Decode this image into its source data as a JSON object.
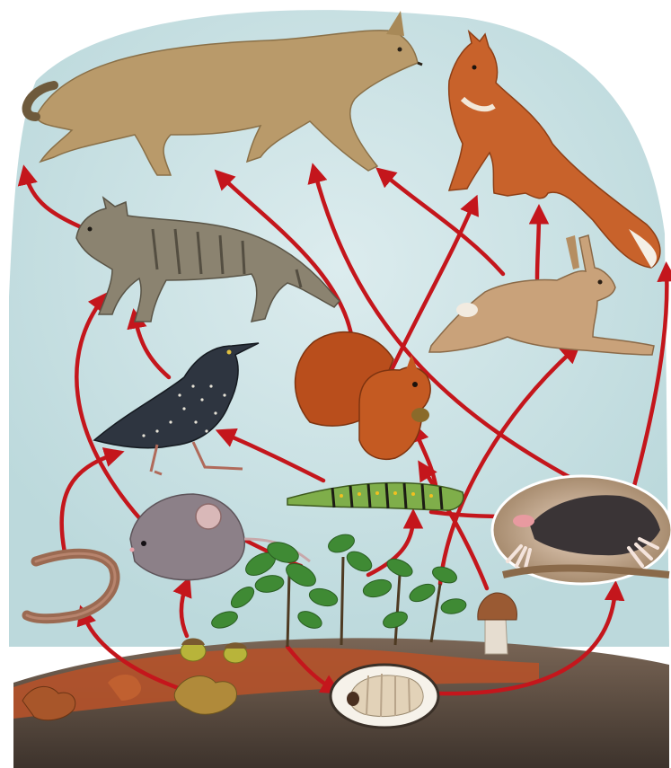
{
  "colors": {
    "sky": "#cfe4e6",
    "sky_edge": "#b9d8db",
    "arrow": "#c4161c",
    "soil": "#6b5a4e",
    "soil_dark": "#4a3d35",
    "leaf_litter": "#b5522a",
    "wolf": "#b99a6a",
    "fox": "#c8622b",
    "cat": "#8b8370",
    "hare": "#c9a27a",
    "squirrel": "#c45a22",
    "starling": "#2e3540",
    "mouse": "#8c8088",
    "mole": "#3a3436",
    "caterpillar": "#7fae4a",
    "worm": "#9b6a52",
    "plant": "#3f8a34",
    "mushroom_cap": "#9a5a33",
    "acorn": "#b8b43a",
    "grub": "#e2d2b8"
  },
  "organisms": [
    {
      "id": "wolf",
      "icon": "wolf-icon"
    },
    {
      "id": "fox",
      "icon": "fox-icon"
    },
    {
      "id": "wildcat",
      "icon": "cat-icon"
    },
    {
      "id": "hare",
      "icon": "hare-icon"
    },
    {
      "id": "squirrel",
      "icon": "squirrel-icon"
    },
    {
      "id": "starling",
      "icon": "bird-icon"
    },
    {
      "id": "mouse",
      "icon": "mouse-icon"
    },
    {
      "id": "mole",
      "icon": "mole-icon"
    },
    {
      "id": "caterpillar",
      "icon": "caterpillar-icon"
    },
    {
      "id": "earthworm",
      "icon": "worm-icon"
    },
    {
      "id": "plants",
      "icon": "plant-icon"
    },
    {
      "id": "mushroom",
      "icon": "mushroom-icon"
    },
    {
      "id": "acorns",
      "icon": "acorn-icon"
    },
    {
      "id": "grub",
      "icon": "grub-icon"
    },
    {
      "id": "leaf-litter",
      "icon": "leaf-icon"
    }
  ],
  "links": [
    [
      "wildcat",
      "wolf"
    ],
    [
      "squirrel",
      "wolf"
    ],
    [
      "mole",
      "wolf"
    ],
    [
      "hare",
      "wolf"
    ],
    [
      "squirrel",
      "fox"
    ],
    [
      "hare",
      "fox"
    ],
    [
      "mole",
      "fox"
    ],
    [
      "mouse",
      "wildcat"
    ],
    [
      "starling",
      "wildcat"
    ],
    [
      "caterpillar",
      "starling"
    ],
    [
      "earthworm",
      "starling"
    ],
    [
      "caterpillar",
      "squirrel"
    ],
    [
      "plants",
      "caterpillar"
    ],
    [
      "plants",
      "hare"
    ],
    [
      "caterpillar",
      "mole"
    ],
    [
      "acorns",
      "mouse"
    ],
    [
      "leaf-litter",
      "earthworm"
    ],
    [
      "grub",
      "mole"
    ],
    [
      "mushroom",
      "squirrel"
    ]
  ]
}
